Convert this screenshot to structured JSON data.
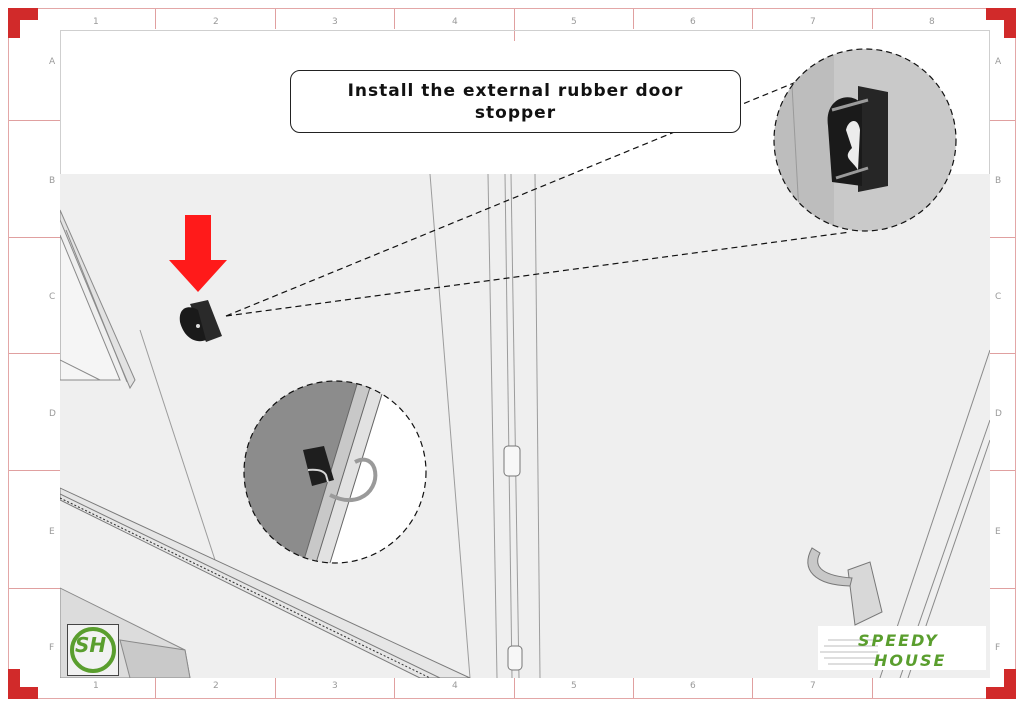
{
  "sheet": {
    "columns": [
      "1",
      "2",
      "3",
      "4",
      "5",
      "6",
      "7",
      "8"
    ],
    "rows": [
      "A",
      "B",
      "C",
      "D",
      "E",
      "F"
    ],
    "frame_color": "#d12a2a"
  },
  "callout": {
    "text": "Install the external rubber door stopper"
  },
  "branding": {
    "badge_initials": "SH",
    "logo_line1": "SPEEDY",
    "logo_line2": "HOUSE",
    "brand_green": "#5a9e2e"
  },
  "colors": {
    "arrow": "#ff1a1a",
    "wall": "#efefef",
    "stopper": "#1e1e1e"
  }
}
